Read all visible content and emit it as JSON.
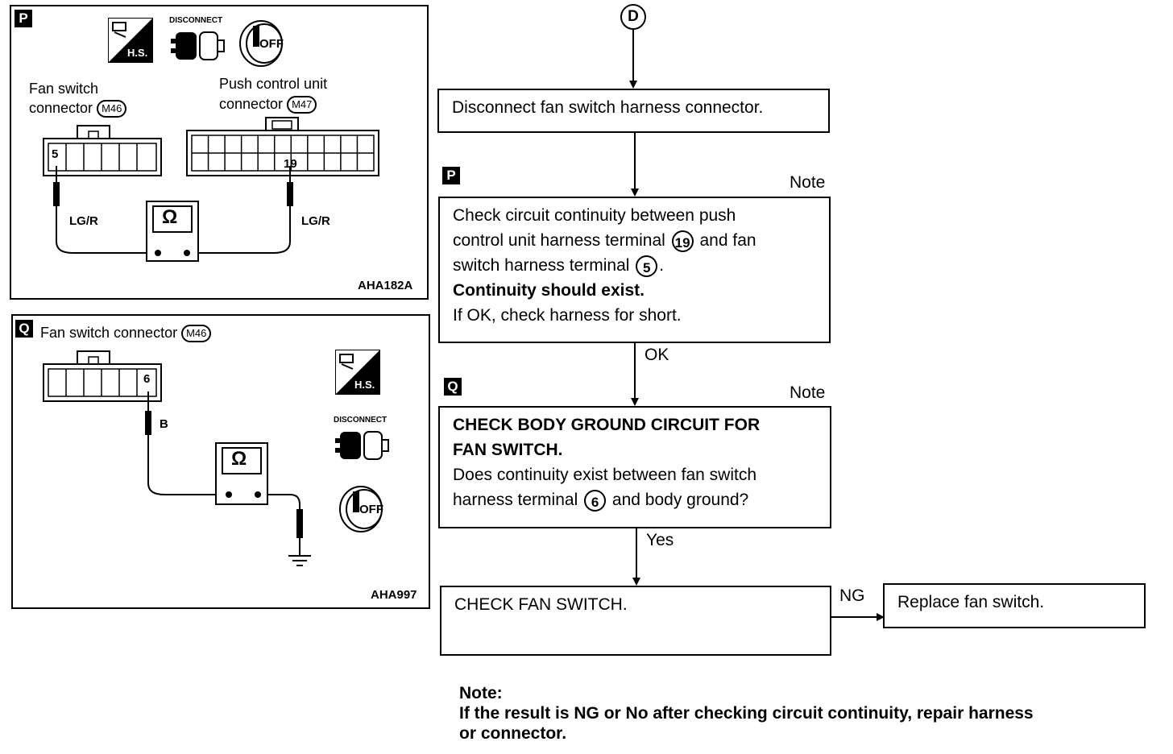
{
  "panel_p": {
    "tag": "P",
    "fan_switch_label_1": "Fan switch",
    "fan_switch_label_2": "connector",
    "fan_switch_conn": "M46",
    "push_label_1": "Push control unit",
    "push_label_2": "connector",
    "push_conn": "M47",
    "disconnect": "DISCONNECT",
    "hs": "H.S.",
    "off": "OFF",
    "pin_left": "5",
    "pin_right": "19",
    "wire_left": "LG/R",
    "wire_right": "LG/R",
    "ohm": "Ω",
    "code": "AHA182A"
  },
  "panel_q": {
    "tag": "Q",
    "title": "Fan switch connector",
    "conn": "M46",
    "pin": "6",
    "wire": "B",
    "ohm": "Ω",
    "disconnect": "DISCONNECT",
    "hs": "H.S.",
    "off": "OFF",
    "code": "AHA997"
  },
  "flow": {
    "start": "D",
    "step1": "Disconnect fan switch harness connector.",
    "tag_p": "P",
    "note_p": "Note",
    "step2_l1": "Check circuit continuity between push",
    "step2_l2a": "control unit harness terminal",
    "step2_l2n": "19",
    "step2_l2b": "and fan",
    "step2_l3a": "switch harness terminal",
    "step2_l3n": "5",
    "step2_l3b": ".",
    "step2_l4": "Continuity should exist.",
    "step2_l5": "If OK, check harness for short.",
    "ok": "OK",
    "tag_q": "Q",
    "note_q": "Note",
    "step3_l1": "CHECK BODY GROUND CIRCUIT FOR",
    "step3_l2": "FAN SWITCH.",
    "step3_l3": "Does continuity exist between fan switch",
    "step3_l4a": "harness terminal",
    "step3_l4n": "6",
    "step3_l4b": "and body ground?",
    "yes": "Yes",
    "step4": "CHECK FAN SWITCH.",
    "ng": "NG",
    "step5": "Replace fan switch."
  },
  "footnote": {
    "title": "Note:",
    "line1": "If the result is NG or No after checking circuit continuity, repair harness",
    "line2": "or connector."
  }
}
